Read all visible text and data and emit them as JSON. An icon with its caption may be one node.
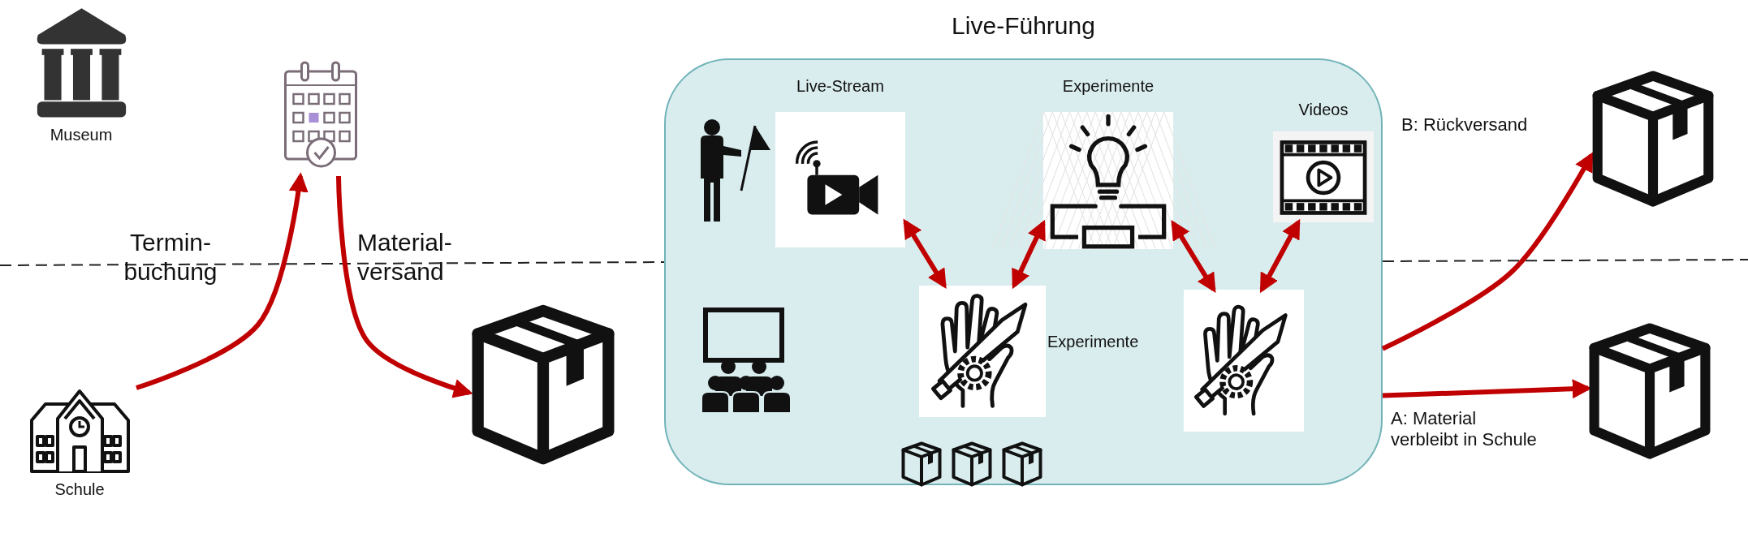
{
  "diagram": {
    "nodes": [
      {
        "text": [
          "Museum"
        ]
      },
      {
        "text": [],
        "shape": "picture"
      },
      {
        "text": [
          "Schule"
        ]
      },
      {
        "text": [],
        "shape": "picture"
      },
      {
        "text": [
          "Live-Führung"
        ]
      },
      {
        "text": [
          "Live-Stream"
        ],
        "in": 4
      },
      {
        "text": [
          "Experimente"
        ],
        "in": 4
      },
      {
        "text": [
          "Videos"
        ],
        "in": 4
      },
      {
        "text": [],
        "shape": "picture",
        "in": 4
      },
      {
        "text": [],
        "shape": "picture",
        "in": 4
      },
      {
        "text": [],
        "shape": "picture"
      },
      {
        "text": [],
        "shape": "picture"
      }
    ],
    "edges": [
      {
        "from": 2,
        "to": 1,
        "arrow": "to",
        "label": "Termin- buchung"
      },
      {
        "from": 1,
        "to": 3,
        "arrow": "to",
        "label": "Material- versand"
      },
      {
        "from": 5,
        "to": 8,
        "arrow": "both"
      },
      {
        "from": 8,
        "to": 6,
        "arrow": "both"
      },
      {
        "from": 6,
        "to": 9,
        "arrow": "both"
      },
      {
        "from": 9,
        "to": 7,
        "arrow": "both"
      },
      {
        "from": 4,
        "to": 10,
        "arrow": "to",
        "label": "B: Rückversand"
      },
      {
        "from": 4,
        "to": 11,
        "arrow": "to",
        "label": "A: Material verbleibt in Schule"
      }
    ],
    "labels": [
      "Experimente"
    ]
  }
}
